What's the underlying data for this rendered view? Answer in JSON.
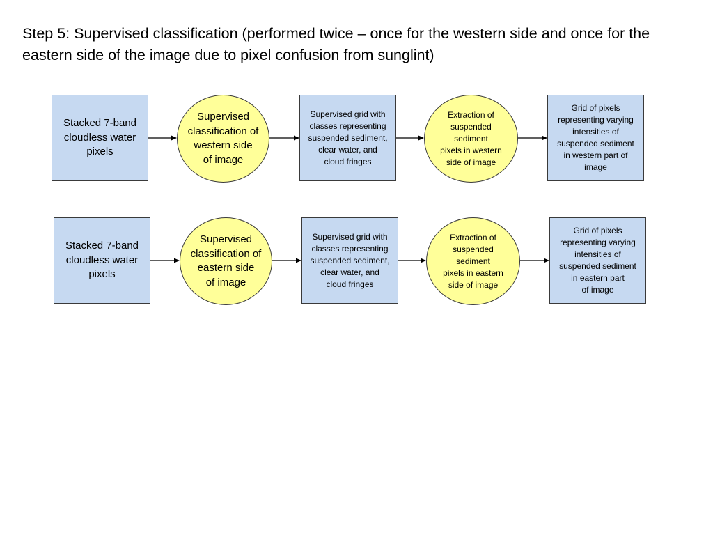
{
  "title": "Step 5: Supervised classification (performed twice – once for the western side and once for the eastern side of the image due to pixel confusion from sunglint)",
  "rows": [
    {
      "input_box": "Stacked 7-band\ncloudless water\npixels",
      "classification_circle": "Supervised\nclassification of\nwestern side\nof image",
      "grid_box": "Supervised grid with\nclasses representing\nsuspended sediment,\nclear water, and\ncloud fringes",
      "extraction_circle": "Extraction of\nsuspended\nsediment\npixels in western\nside of image",
      "output_box": "Grid of pixels\nrepresenting varying\nintensities of\nsuspended sediment\nin western part of\nimage"
    },
    {
      "input_box": "Stacked 7-band\ncloudless water\npixels",
      "classification_circle": "Supervised\nclassification of\neastern side\nof image",
      "grid_box": "Supervised grid with\nclasses representing\nsuspended sediment,\nclear water, and\ncloud fringes",
      "extraction_circle": "Extraction of\nsuspended\nsediment\npixels in eastern\nside of image",
      "output_box": "Grid of pixels\nrepresenting varying\nintensities of\nsuspended sediment\nin eastern part\nof image"
    }
  ],
  "colors": {
    "box_fill": "#c6d9f1",
    "circle_fill": "#ffff99",
    "outline": "#3a3a3a"
  }
}
